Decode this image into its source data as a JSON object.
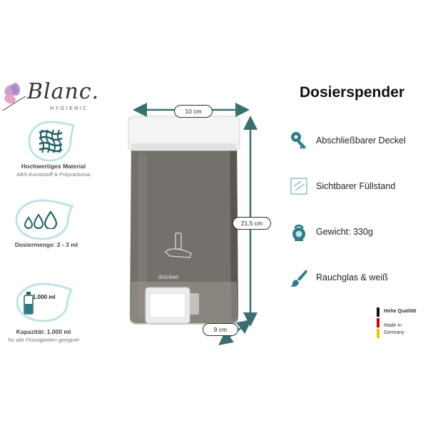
{
  "logo": {
    "brand": "Blanc.",
    "tagline": "HYGIENIC"
  },
  "features": [
    {
      "title": "Hochwertiges Material",
      "subtitle": "ABS-Kunststoff & Polycarbonat",
      "icon": "mesh-material-icon"
    },
    {
      "title": "Dosiermenge: 2 - 3 ml",
      "subtitle": "",
      "icon": "drops-icon"
    },
    {
      "title": "Kapazität: 1.000 ml",
      "subtitle": "für alle Flüssigkeiten geeignet",
      "icon": "bottle-icon",
      "icon_label": "1.000 ml"
    }
  ],
  "product": {
    "title": "Dosierspender",
    "dispenser_text": "drücken",
    "dimensions": {
      "width": "10 cm",
      "height": "21,5 cm",
      "depth": "9 cm"
    }
  },
  "specs": [
    {
      "label": "Abschließbarer Deckel",
      "icon": "key-icon"
    },
    {
      "label": "Sichtbarer Füllstand",
      "icon": "fill-level-icon"
    },
    {
      "label": "Gewicht: 330g",
      "icon": "kettlebell-icon"
    },
    {
      "label": "Rauchglas & weiß",
      "icon": "paintbrush-icon"
    }
  ],
  "origin": {
    "quality": "Hohe Qualität",
    "made_in": "Made in",
    "country": "Germany"
  },
  "colors": {
    "accent": "#3c6f6f",
    "icon_teal": "#2f7b86",
    "bubble": "#bfe3e6",
    "smoke_glass": "#6e6761"
  }
}
